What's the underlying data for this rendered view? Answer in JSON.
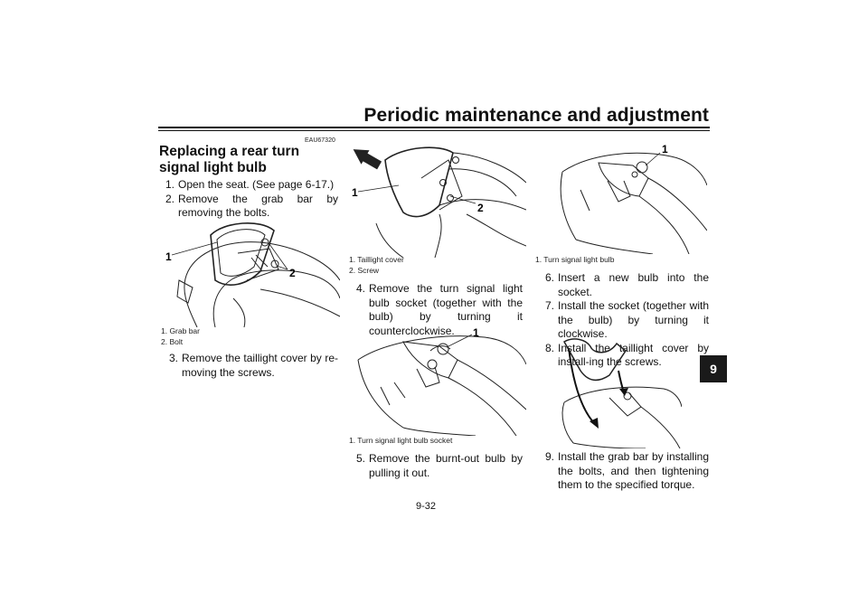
{
  "header": {
    "title": "Periodic maintenance and adjustment"
  },
  "chapter_tab": "9",
  "section": {
    "code": "EAU67320",
    "title": "Replacing a rear turn signal light bulb"
  },
  "column1": {
    "steps_a": [
      {
        "num": "1.",
        "text": "Open the seat. (See page 6-17.)"
      },
      {
        "num": "2.",
        "text": "Remove the grab bar by removing the bolts."
      }
    ],
    "figure_callouts": [
      "1",
      "2"
    ],
    "caption": [
      "1. Grab bar",
      "2. Bolt"
    ],
    "steps_b": [
      {
        "num": "3.",
        "text": "Remove the taillight cover by re-moving the screws."
      }
    ]
  },
  "column2": {
    "figure1_callouts": [
      "1",
      "2"
    ],
    "caption1": [
      "1. Taillight cover",
      "2. Screw"
    ],
    "steps_a": [
      {
        "num": "4.",
        "text": "Remove the turn signal light bulb socket (together with the bulb) by turning it counterclockwise."
      }
    ],
    "figure2_callouts": [
      "1"
    ],
    "caption2": [
      "1. Turn signal light bulb socket"
    ],
    "steps_b": [
      {
        "num": "5.",
        "text": "Remove the burnt-out bulb by pulling it out."
      }
    ]
  },
  "column3": {
    "figure1_callouts": [
      "1"
    ],
    "caption1": [
      "1. Turn signal light bulb"
    ],
    "steps_a": [
      {
        "num": "6.",
        "text": "Insert a new bulb into the socket."
      },
      {
        "num": "7.",
        "text": "Install the socket (together with the bulb) by turning it clockwise."
      },
      {
        "num": "8.",
        "text": "Install the taillight cover by install-ing the screws."
      }
    ],
    "steps_b": [
      {
        "num": "9.",
        "text": "Install the grab bar by installing the bolts, and then tightening them to the specified torque."
      }
    ]
  },
  "footer": {
    "page_number": "9-32"
  }
}
